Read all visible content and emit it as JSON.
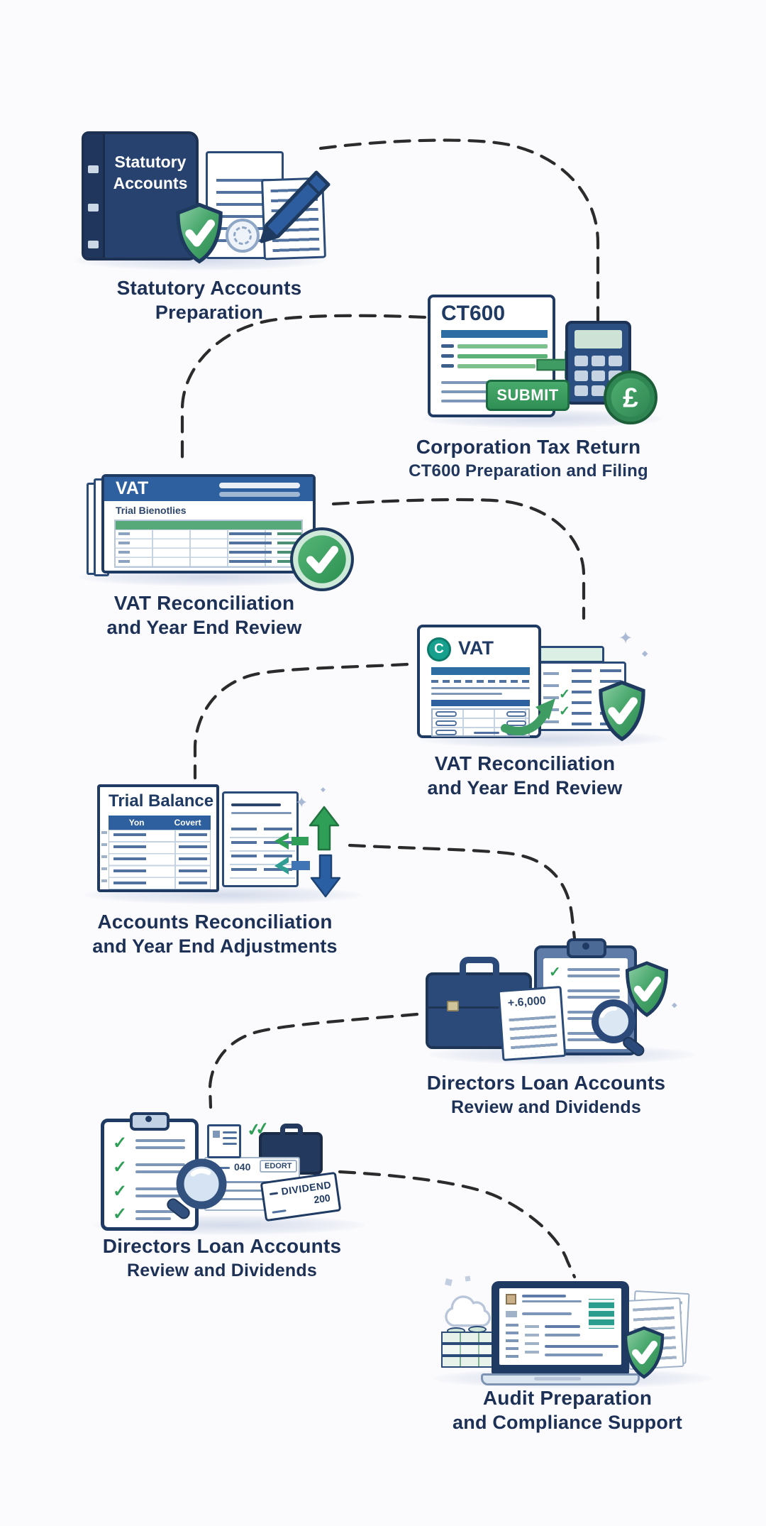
{
  "colors": {
    "navy": "#1f3a63",
    "blue_bar": "#2e6da4",
    "header_blue": "#2e5f9e",
    "green": "#3a9d63",
    "teal": "#17a08d",
    "caption_text": "#1d3156",
    "connector": "#1b1b1b",
    "background": "#fbfbfd"
  },
  "icons": {
    "check": "✓",
    "sparkle4": "✦",
    "diamond": "◆"
  },
  "steps": [
    {
      "caption1": "Statutory Accounts",
      "caption2": "Preparation",
      "book_line1": "Statutory",
      "book_line2": "Accounts"
    },
    {
      "caption1": "Corporation Tax Return",
      "caption2": "CT600 Preparation and Filing",
      "doc_title": "CT600",
      "submit_label": "SUBMIT",
      "coin_symbol": "£"
    },
    {
      "caption1": "VAT Reconciliation",
      "caption2": "and Year End Review",
      "sheet_header": "VAT",
      "sheet_subtitle": "Trial Bienotlies"
    },
    {
      "caption1": "VAT Reconciliation",
      "caption2": "and Year End Review",
      "doc_header": "VAT",
      "badge_letter": "C"
    },
    {
      "caption1": "Accounts Reconciliation",
      "caption2": "and Year End Adjustments",
      "doc_title": "Trial Balance",
      "col_header_1": "Yon",
      "col_header_2": "Covert"
    },
    {
      "caption1": "Directors Loan Accounts",
      "caption2": "Review and Dividends",
      "note_value": "+.6,000"
    },
    {
      "caption1": "Directors Loan Accounts",
      "caption2": "Review and Dividends",
      "doc_code": "040",
      "doc_stamp": "EDORT",
      "card_title": "DIVIDEND",
      "card_value": "200"
    },
    {
      "caption1": "Audit Preparation",
      "caption2": "and Compliance Support"
    }
  ]
}
